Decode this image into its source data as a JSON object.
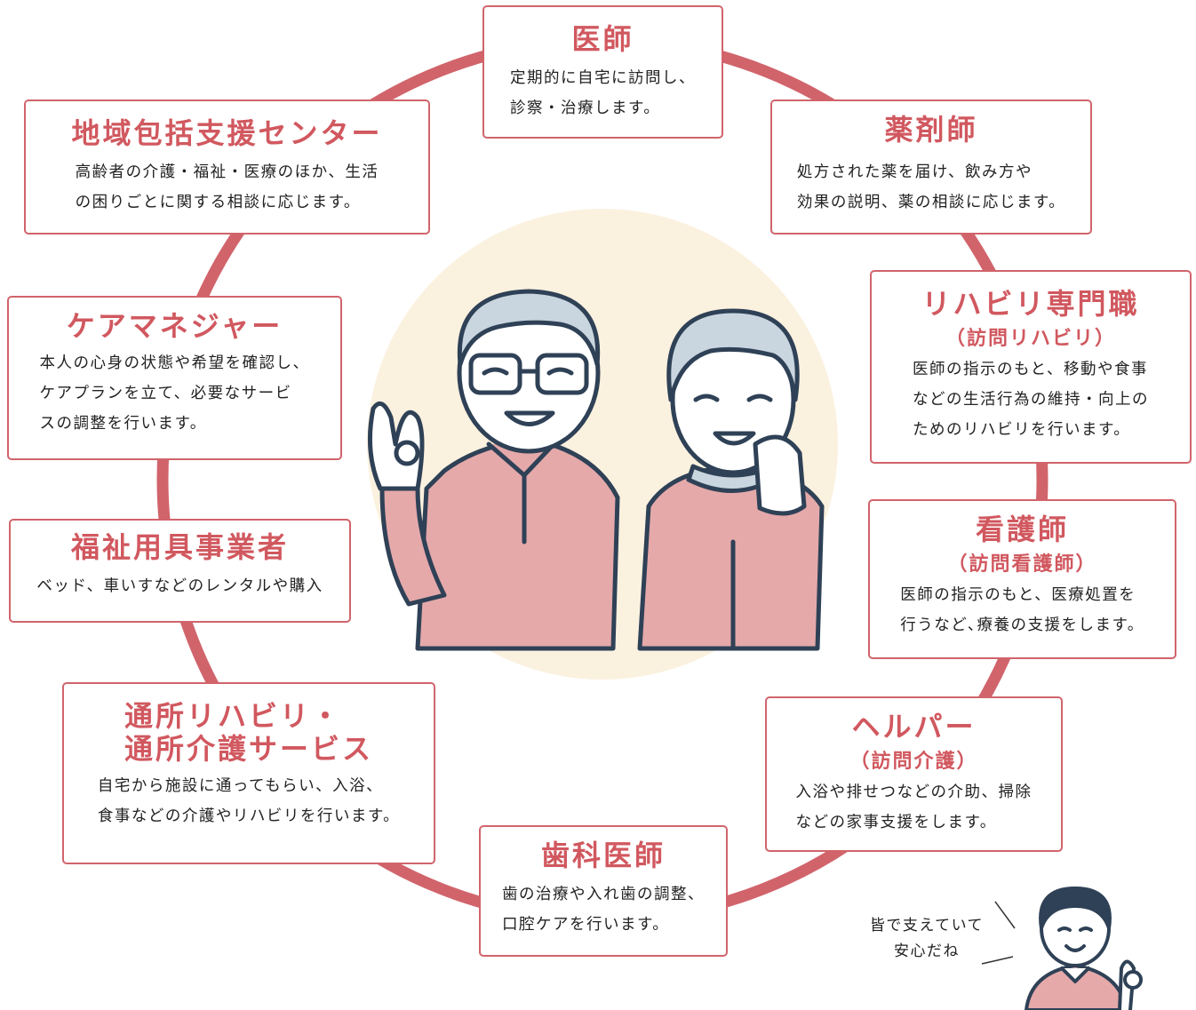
{
  "center": {
    "bg_color": "#fbf1df",
    "ring_color": "#d1646b",
    "illustration": "elderly-couple-illustration"
  },
  "cards": {
    "doctor": {
      "title": "医師",
      "desc": "定期的に自宅に訪問し、\n診察・治療します。"
    },
    "pharmacist": {
      "title": "薬剤師",
      "desc": "処方された薬を届け、飲み方や\n効果の説明、薬の相談に応じます。"
    },
    "rehab": {
      "title": "リハビリ専門職",
      "sub": "（訪問リハビリ）",
      "desc": "医師の指示のもと、移動や食事\nなどの生活行為の維持・向上の\nためのリハビリを行います。"
    },
    "nurse": {
      "title": "看護師",
      "sub": "（訪問看護師）",
      "desc": "医師の指示のもと、医療処置を\n行うなど､療養の支援をします。"
    },
    "helper": {
      "title": "ヘルパー",
      "sub": "（訪問介護）",
      "desc": "入浴や排せつなどの介助、掃除\nなどの家事支援をします。"
    },
    "dentist": {
      "title": "歯科医師",
      "desc": "歯の治療や入れ歯の調整、\n口腔ケアを行います。"
    },
    "daycare": {
      "title": "通所リハビリ・\n通所介護サービス",
      "desc": "自宅から施設に通ってもらい、入浴、\n食事などの介護やリハビリを行います。"
    },
    "welfare": {
      "title": "福祉用具事業者",
      "desc": "ベッド、車いすなどのレンタルや購入"
    },
    "care_manager": {
      "title": "ケアマネジャー",
      "desc": "本人の心身の状態や希望を確認し、\nケアプランを立て、必要なサービ\nスの調整を行います。"
    },
    "community": {
      "title": "地域包括支援センター",
      "desc": "高齢者の介護・福祉・医療のほか、生活\nの困りごとに関する相談に応じます。"
    }
  },
  "speech": "皆で支えていて\n安心だね"
}
